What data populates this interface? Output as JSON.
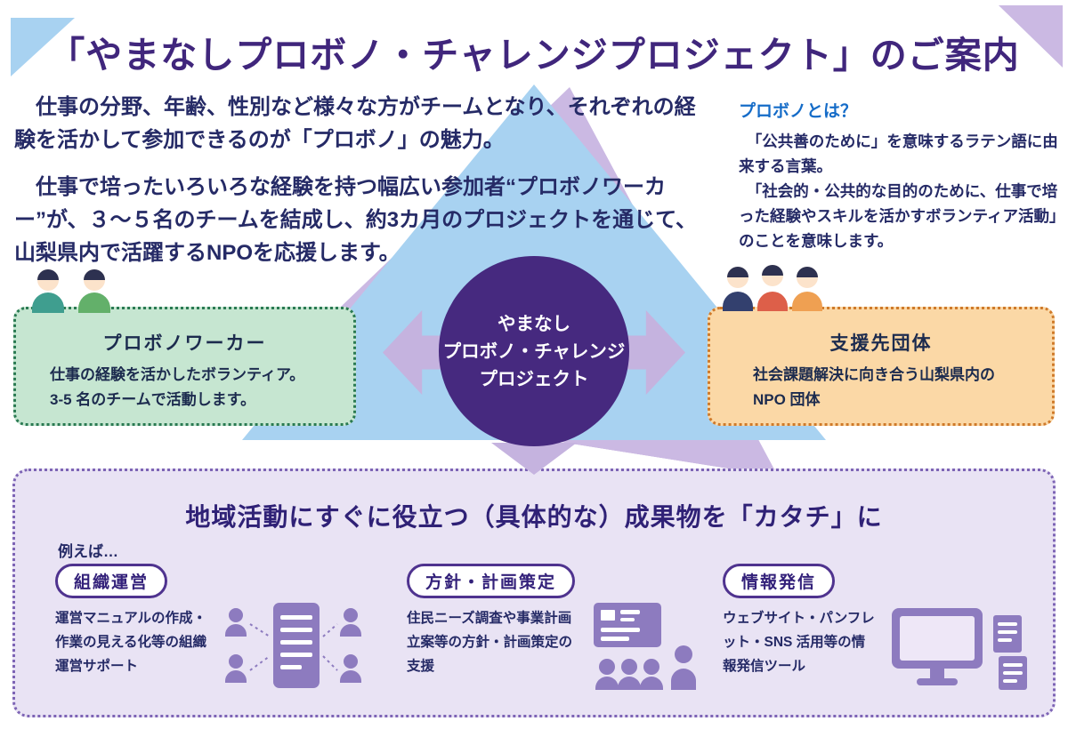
{
  "page": {
    "title": "「やまなしプロボノ・チャレンジプロジェクト」のご案内"
  },
  "intro": {
    "paragraph1": "　仕事の分野、年齢、性別など様々な方がチームとなり、それぞれの経験を活かして参加できるのが「プロボノ」の魅力。",
    "paragraph2": "　仕事で培ったいろいろな経験を持つ幅広い参加者“プロボノワーカー”が、３〜５名のチームを結成し、約3カ月のプロジェクトを通じて、山梨県内で活躍するNPOを応援します。"
  },
  "probono_note": {
    "heading": "プロボノとは？",
    "body1": "　「公共善のために」を意味するラテン語に由来する言葉。",
    "body2": "　「社会的・公共的な目的のために、仕事で培った経験やスキルを活かすボランティア活動」のことを意味します。"
  },
  "center_circle": {
    "line1": "やまなし",
    "line2": "プロボノ・チャレンジ",
    "line3": "プロジェクト"
  },
  "worker_box": {
    "title": "プロボノワーカー",
    "line1": "仕事の経験を活かしたボランティア。",
    "line2": "3-5 名のチームで活動します。"
  },
  "npo_box": {
    "title": "支援先団体",
    "line1": "社会課題解決に向き合う山梨県内の",
    "line2": "NPO 団体"
  },
  "outcomes": {
    "title": "地域活動にすぐに役立つ（具体的な）成果物を「カタチ」に",
    "lead": "例えば…",
    "items": [
      {
        "badge": "組織運営",
        "desc": "運営マニュアルの作成・作業の見える化等の組織運営サポート"
      },
      {
        "badge": "方針・計画策定",
        "desc": "住民ニーズ調査や事業計画立案等の方針・計画策定の支援"
      },
      {
        "badge": "情報発信",
        "desc": "ウェブサイト・パンフレット・SNS 活用等の情報発信ツール"
      }
    ]
  },
  "icons": {
    "worker_people": "two-people-icon",
    "npo_people": "three-people-icon",
    "organization": "document-with-team-icon",
    "planning": "presentation-meeting-icon",
    "media": "computer-and-documents-icon"
  },
  "colors": {
    "title_purple": "#40267c",
    "body_navy": "#252a66",
    "note_blue": "#156cc8",
    "circle_purple": "#46297f",
    "triangle_blue": "#a8d2f1",
    "lavender": "#c5b3df",
    "worker_bg": "#c6e6d1",
    "worker_border": "#2a7a52",
    "npo_bg": "#fbd8a6",
    "npo_border": "#cf7a2a",
    "outcomes_bg": "#e9e3f4",
    "outcomes_border": "#7d64b5",
    "icon_purple": "#8d7bbf"
  }
}
